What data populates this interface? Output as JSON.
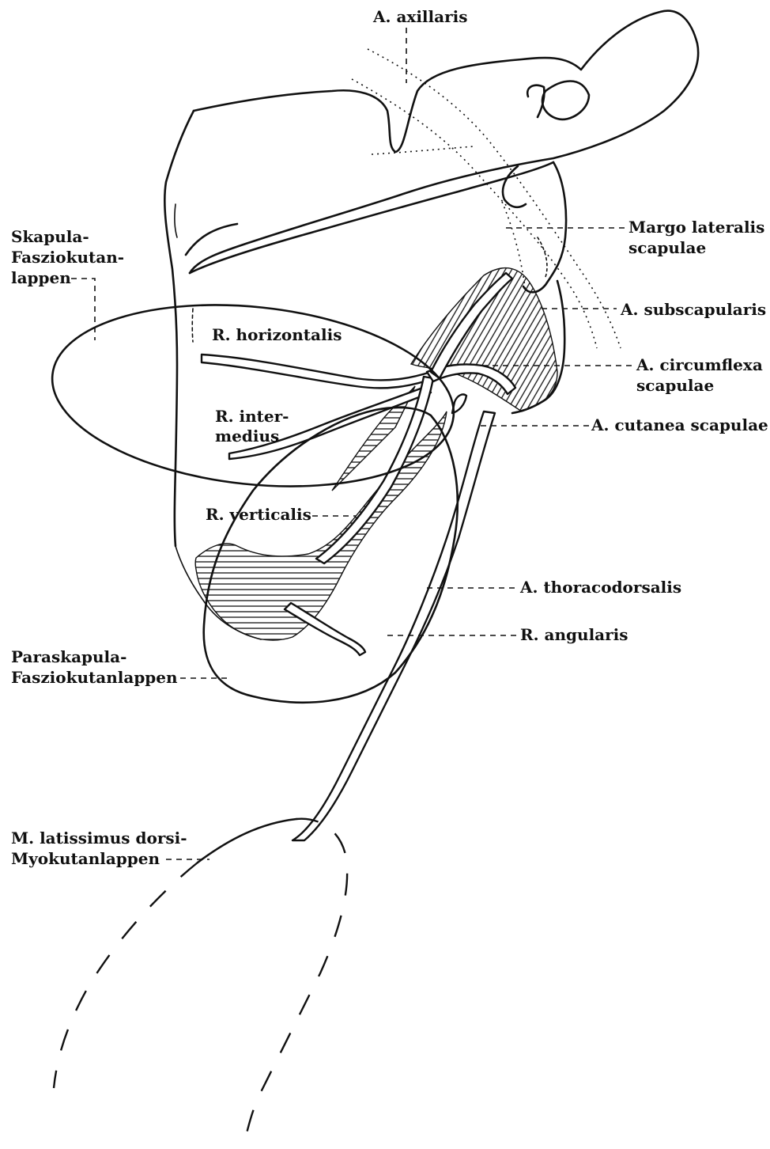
{
  "labels": {
    "axillaris": "A. axillaris",
    "margo_1": "Margo lateralis",
    "margo_2": "scapulae",
    "subscapularis": "A. subscapularis",
    "circumflexa_1": "A. circumflexa",
    "circumflexa_2": "scapulae",
    "cutanea": "A. cutanea scapulae",
    "skapula_1": "Skapula-",
    "skapula_2": "Fasziokutan-",
    "skapula_3": "lappen",
    "horizontalis": "R. horizontalis",
    "intermedius_1": "R. inter-",
    "intermedius_2": "medius",
    "verticalis": "R. verticalis",
    "thoracodorsalis": "A. thoracodorsalis",
    "angularis": "R. angularis",
    "paraskapula_1": "Paraskapula-",
    "paraskapula_2": "Fasziokutanlappen",
    "latissimus_1": "M. latissimus dorsi-",
    "latissimus_2": "Myokutanlappen"
  }
}
